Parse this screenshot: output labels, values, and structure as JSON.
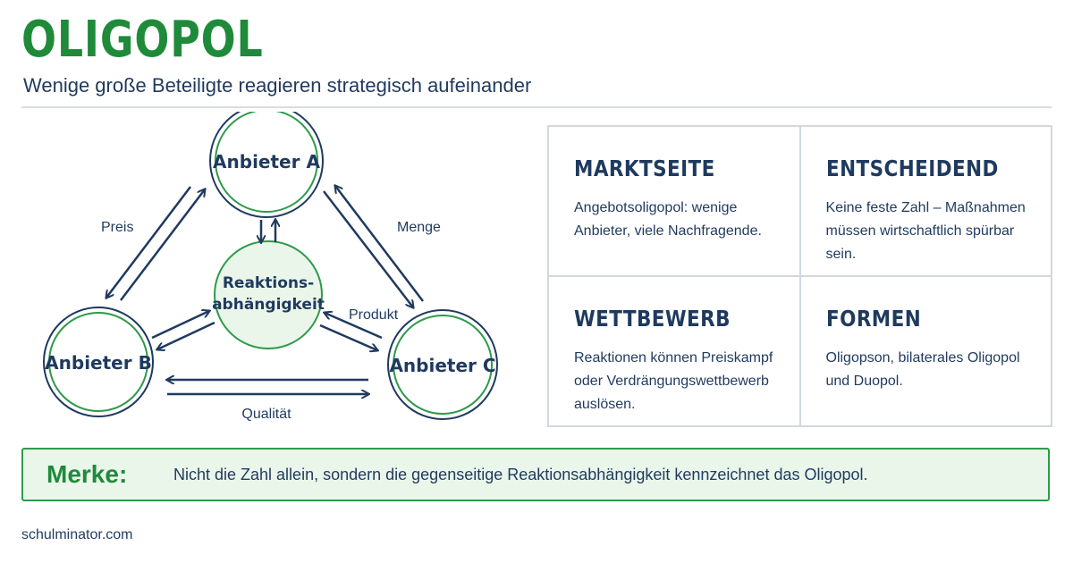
{
  "header": {
    "title": "OLIGOPOL",
    "subtitle": "Wenige große Beteiligte reagieren strategisch aufeinander"
  },
  "diagram": {
    "nodes": {
      "a": "Anbieter A",
      "b": "Anbieter B",
      "c": "Anbieter C",
      "center_line1": "Reaktions-",
      "center_line2": "abhängigkeit"
    },
    "edges": {
      "ab": "Preis",
      "ac": "Menge",
      "center_c": "Produkt",
      "bc": "Qualität"
    }
  },
  "cards": [
    {
      "title": "MARKTSEITE",
      "text": "Angebotsoligopol: wenige Anbieter, viele Nachfragende."
    },
    {
      "title": "ENTSCHEIDEND",
      "text": "Keine feste Zahl – Maßnahmen müssen wirtschaftlich spürbar sein."
    },
    {
      "title": "WETTBEWERB",
      "text": "Reaktionen können Preiskampf oder Verdrängungswettbewerb auslösen."
    },
    {
      "title": "FORMEN",
      "text": "Oligopson, bilaterales Oligopol und Duopol."
    }
  ],
  "merke": {
    "label": "Merke:",
    "text": "Nicht die Zahl allein, sondern die gegenseitige Reaktionsabhängigkeit kennzeichnet das Oligopol."
  },
  "footer": "schulminator.com",
  "colors": {
    "green": "#1e8a3a",
    "navy": "#1f3a5f",
    "light_green_bg": "#eaf6ea"
  }
}
